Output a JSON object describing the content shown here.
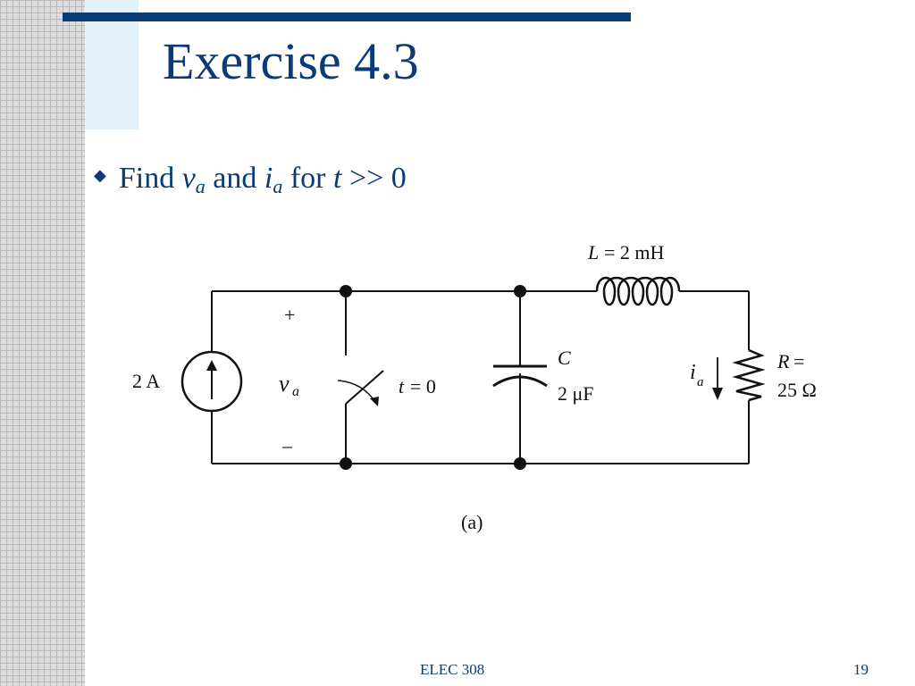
{
  "slide": {
    "title": "Exercise 4.3",
    "bullet": {
      "find": "Find",
      "var1": "v",
      "sub1": "a",
      "and": "and",
      "var2": "i",
      "sub2": "a",
      "for": "for",
      "var3": "t",
      "cond": ">> 0"
    },
    "footer": {
      "course": "ELEC 308",
      "page": "19"
    }
  },
  "circuit": {
    "source_label": "2 A",
    "plus": "+",
    "minus": "–",
    "va_v": "v",
    "va_sub": "a",
    "switch_t": "t",
    "switch_rest": "= 0",
    "cap_name": "C",
    "cap_value": "2 μF",
    "ind_name": "L",
    "ind_value": "= 2 mH",
    "ia_i": "i",
    "ia_sub": "a",
    "res_name": "R",
    "res_eq": "=",
    "res_value": "25 Ω",
    "caption": "(a)"
  },
  "colors": {
    "accent": "#0a3a78",
    "ink": "#111111"
  }
}
